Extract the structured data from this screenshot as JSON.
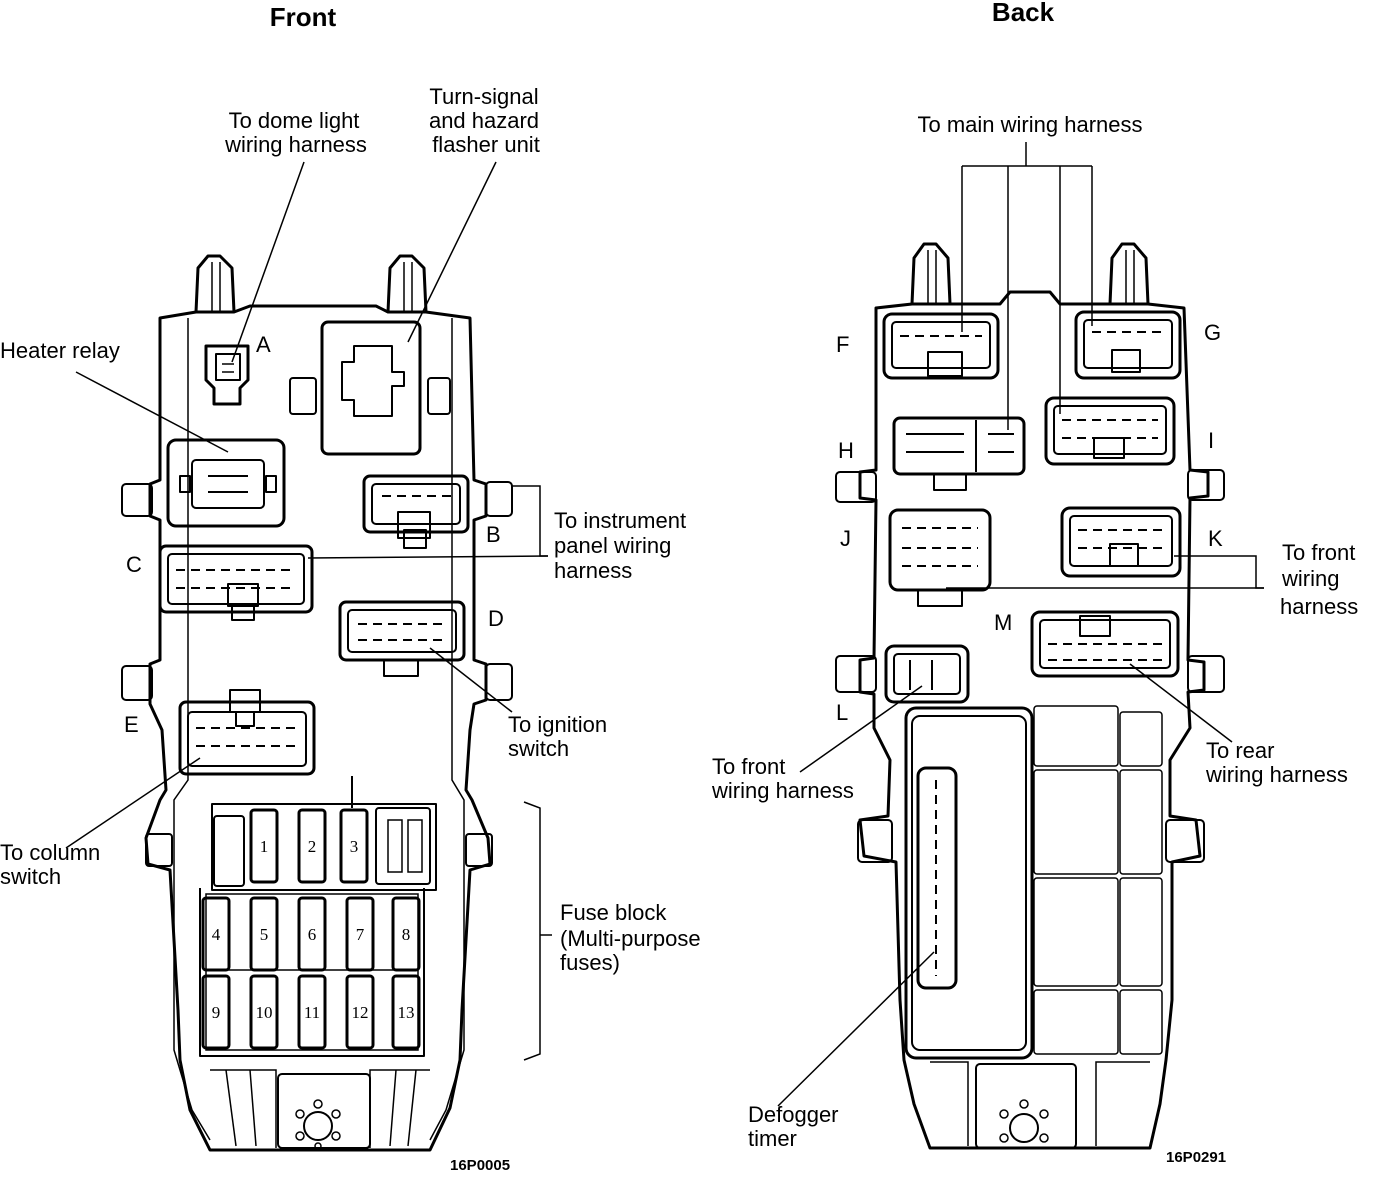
{
  "titles": {
    "front": "Front",
    "back": "Back"
  },
  "front": {
    "labels": {
      "dome_1": "To dome light",
      "dome_2": "wiring harness",
      "turn_1": "Turn-signal",
      "turn_2": "and hazard",
      "turn_3": "flasher unit",
      "heater": "Heater relay",
      "instr_1": "To instrument",
      "instr_2": "panel wiring",
      "instr_3": "harness",
      "ign_1": "To ignition",
      "ign_2": "switch",
      "col_1": "To column",
      "col_2": "switch",
      "fuse_1": "Fuse block",
      "fuse_2": "(Multi-purpose",
      "fuse_3": "fuses)"
    },
    "connectors": {
      "A": "A",
      "B": "B",
      "C": "C",
      "D": "D",
      "E": "E"
    },
    "fuses": [
      "1",
      "2",
      "3",
      "4",
      "5",
      "6",
      "7",
      "8",
      "9",
      "10",
      "11",
      "12",
      "13"
    ],
    "code": "16P0005"
  },
  "back": {
    "labels": {
      "main": "To main wiring harness",
      "ffront_1": "To front",
      "ffront_2": "wiring",
      "ffront_3": "harness",
      "lfront_1": "To front",
      "lfront_2": "wiring harness",
      "rear_1": "To rear",
      "rear_2": "wiring harness",
      "defog_1": "Defogger",
      "defog_2": "timer"
    },
    "connectors": {
      "F": "F",
      "G": "G",
      "H": "H",
      "I": "I",
      "J": "J",
      "K": "K",
      "L": "L",
      "M": "M"
    },
    "code": "16P0291"
  }
}
